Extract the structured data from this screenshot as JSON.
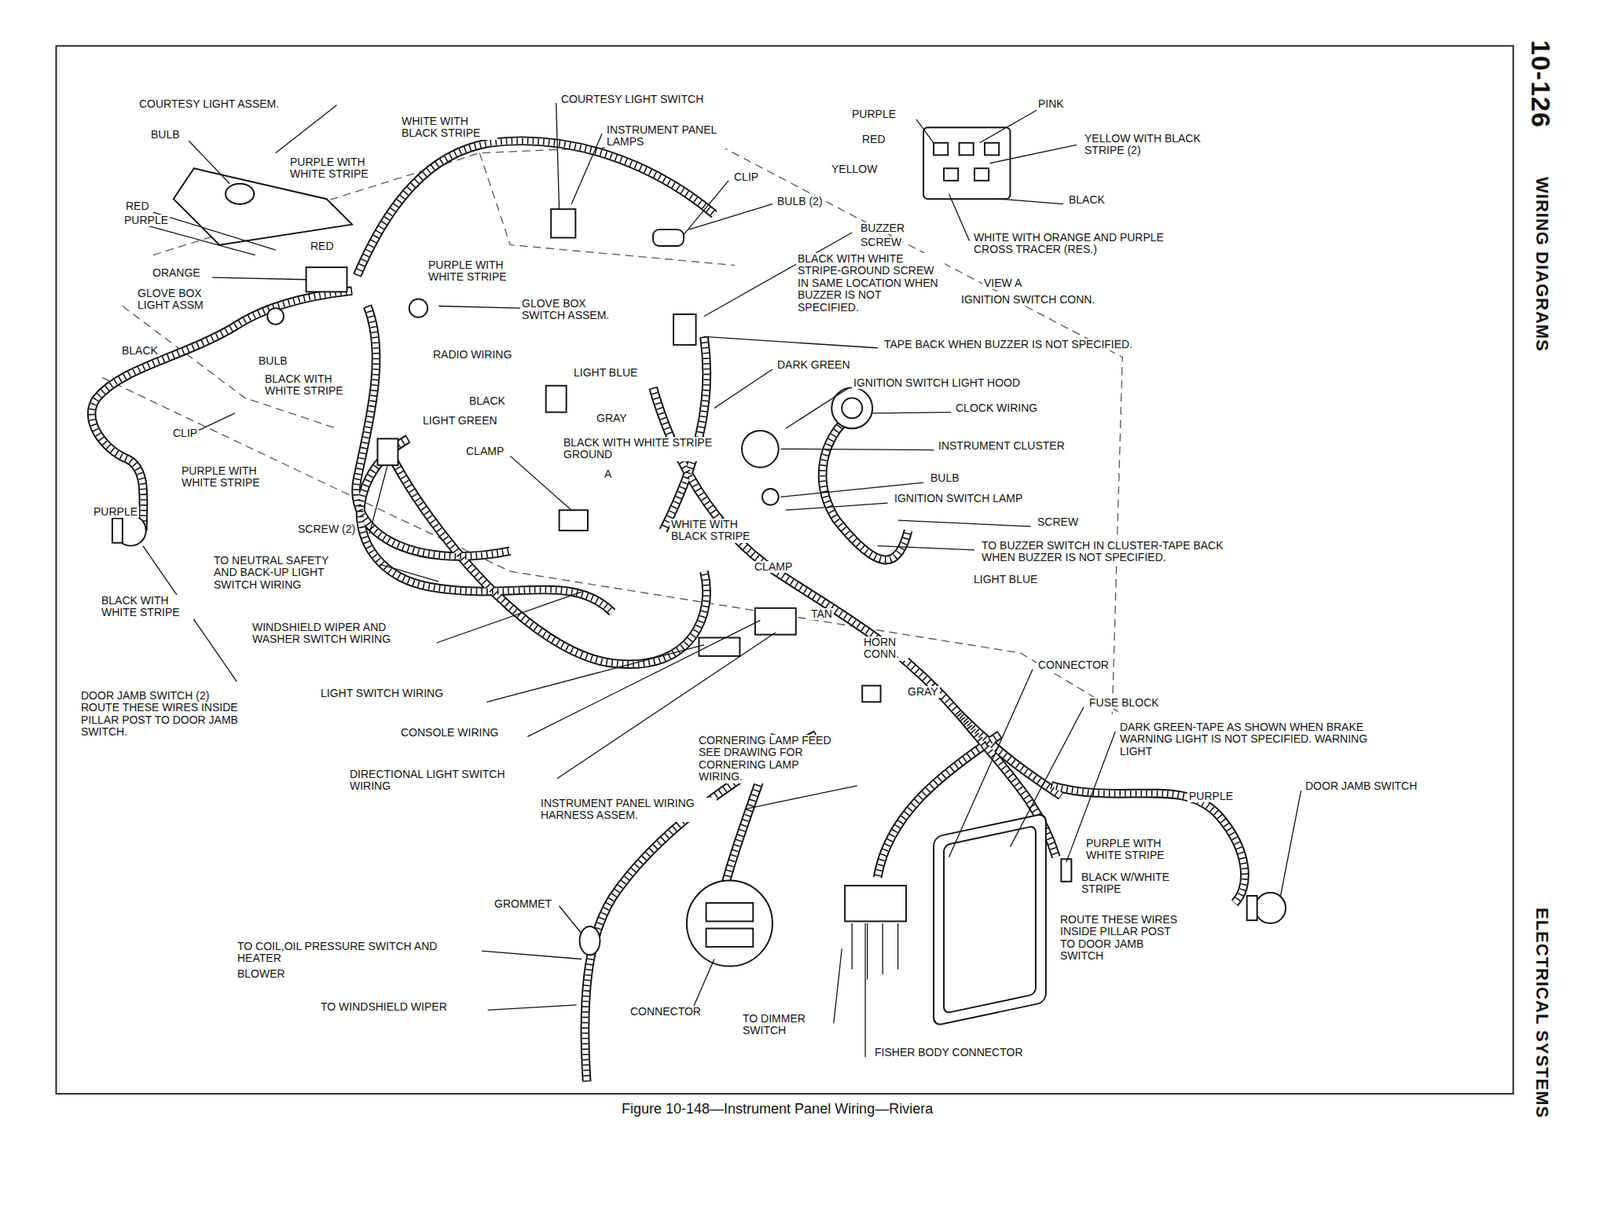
{
  "diagram": {
    "caption": "Figure 10-148—Instrument Panel Wiring—Riviera",
    "labels": [
      "COURTESY LIGHT ASSEM.",
      "BULB",
      "WHITE WITH BLACK STRIPE",
      "COURTESY LIGHT SWITCH",
      "INSTRUMENT PANEL LAMPS",
      "CLIP",
      "BULB (2)",
      "PURPLE WITH WHITE STRIPE",
      "RED",
      "PURPLE",
      "RED",
      "ORANGE",
      "GLOVE BOX LIGHT ASSM",
      "PURPLE WITH WHITE STRIPE",
      "GLOVE BOX SWITCH ASSEM.",
      "BUZZER",
      "SCREW",
      "BLACK WITH WHITE STRIPE-GROUND SCREW IN SAME LOCATION WHEN BUZZER IS NOT SPECIFIED.",
      "VIEW A",
      "IGNITION SWITCH CONN.",
      "TAPE BACK WHEN BUZZER IS NOT SPECIFIED.",
      "PURPLE",
      "RED",
      "YELLOW",
      "PINK",
      "YELLOW WITH BLACK STRIPE (2)",
      "BLACK",
      "WHITE WITH ORANGE AND PURPLE CROSS TRACER (RES.)",
      "BLACK",
      "BULB",
      "BLACK WITH WHITE STRIPE",
      "RADIO WIRING",
      "BLACK",
      "LIGHT GREEN",
      "LIGHT BLUE",
      "GRAY",
      "DARK GREEN",
      "IGNITION SWITCH LIGHT HOOD",
      "CLOCK WIRING",
      "INSTRUMENT CLUSTER",
      "CLIP",
      "CLAMP",
      "BLACK WITH WHITE STRIPE GROUND",
      "A",
      "BULB",
      "IGNITION SWITCH LAMP",
      "PURPLE WITH WHITE STRIPE",
      "PURPLE",
      "SCREW (2)",
      "WHITE WITH BLACK STRIPE",
      "SCREW",
      "TO BUZZER SWITCH IN CLUSTER-TAPE BACK WHEN BUZZER IS NOT SPECIFIED.",
      "TO NEUTRAL SAFETY AND BACK-UP LIGHT SWITCH WIRING",
      "CLAMP",
      "LIGHT BLUE",
      "BLACK WITH WHITE STRIPE",
      "WINDSHIELD WIPER AND WASHER SWITCH WIRING",
      "TAN",
      "HORN CONN.",
      "CONNECTOR",
      "GRAY",
      "FUSE BLOCK",
      "DARK GREEN-TAPE AS SHOWN WHEN BRAKE WARNING LIGHT IS NOT SPECIFIED. WARNING LIGHT",
      "LIGHT SWITCH WIRING",
      "DOOR JAMB SWITCH (2) ROUTE THESE WIRES INSIDE PILLAR POST TO DOOR JAMB SWITCH.",
      "CONSOLE WIRING",
      "CORNERING LAMP FEED SEE DRAWING FOR CORNERING LAMP WIRING.",
      "DIRECTIONAL LIGHT SWITCH WIRING",
      "PURPLE",
      "DOOR JAMB SWITCH",
      "INSTRUMENT PANEL WIRING HARNESS ASSEM.",
      "PURPLE WITH WHITE STRIPE",
      "BLACK W/WHITE STRIPE",
      "ROUTE THESE WIRES INSIDE PILLAR POST TO DOOR JAMB SWITCH",
      "GROMMET",
      "TO COIL,OIL PRESSURE SWITCH AND HEATER",
      "BLOWER",
      "TO WINDSHIELD WIPER",
      "CONNECTOR",
      "TO DIMMER SWITCH",
      "FISHER BODY CONNECTOR",
      "10-126",
      "WIRING DIAGRAMS",
      "ELECTRICAL SYSTEMS"
    ]
  }
}
